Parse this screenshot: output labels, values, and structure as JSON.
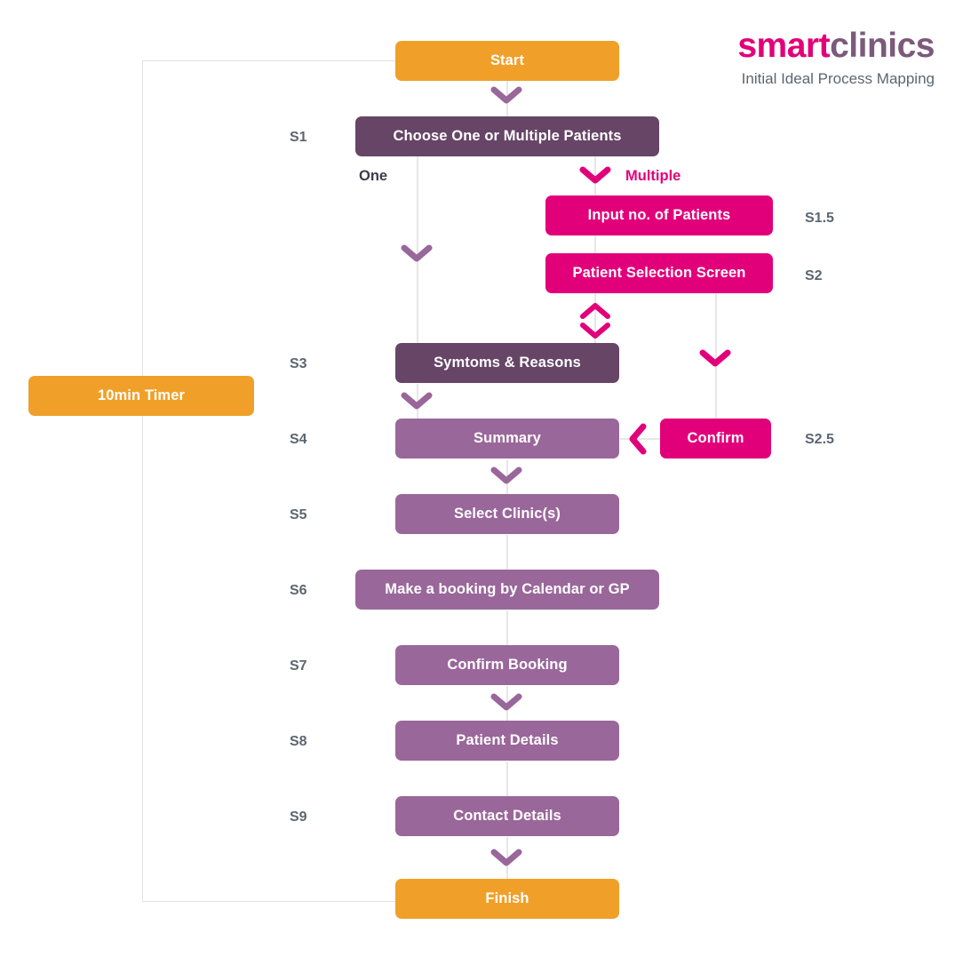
{
  "brand": {
    "word_first": "smart",
    "word_second": "clinics",
    "subtitle": "Initial Ideal Process Mapping",
    "color_pink": "#E2007A",
    "color_purple": "#7B5A7B",
    "color_subtitle": "#5C6670"
  },
  "palette": {
    "orange": "#F0A029",
    "dark_purple": "#674567",
    "mid_purple": "#9A679A",
    "pink": "#E2007A",
    "line_gray": "#E8E6E6",
    "label_gray": "#5C6670"
  },
  "flow": {
    "title": "Initial Ideal Process Mapping",
    "nodes": [
      {
        "id": "start",
        "label": "Start",
        "step": "",
        "color": "orange"
      },
      {
        "id": "s1",
        "label": "Choose One or Multiple Patients",
        "step": "S1",
        "color": "dark_purple"
      },
      {
        "id": "s1_5",
        "label": "Input no. of Patients",
        "step": "S1.5",
        "color": "pink"
      },
      {
        "id": "s2",
        "label": "Patient Selection Screen",
        "step": "S2",
        "color": "pink"
      },
      {
        "id": "s3",
        "label": "Symtoms & Reasons",
        "step": "S3",
        "color": "dark_purple"
      },
      {
        "id": "s4",
        "label": "Summary",
        "step": "S4",
        "color": "mid_purple"
      },
      {
        "id": "s2_5",
        "label": "Confirm",
        "step": "S2.5",
        "color": "pink"
      },
      {
        "id": "s5",
        "label": "Select Clinic(s)",
        "step": "S5",
        "color": "mid_purple"
      },
      {
        "id": "s6",
        "label": "Make a booking by Calendar or GP",
        "step": "S6",
        "color": "mid_purple"
      },
      {
        "id": "s7",
        "label": "Confirm Booking",
        "step": "S7",
        "color": "mid_purple"
      },
      {
        "id": "s8",
        "label": "Patient Details",
        "step": "S8",
        "color": "mid_purple"
      },
      {
        "id": "s9",
        "label": "Contact Details",
        "step": "S9",
        "color": "mid_purple"
      },
      {
        "id": "finish",
        "label": "Finish",
        "step": "",
        "color": "orange"
      },
      {
        "id": "timer",
        "label": "10min Timer",
        "step": "",
        "color": "orange"
      }
    ],
    "branch_labels": [
      {
        "id": "one",
        "label": "One",
        "color": "dark"
      },
      {
        "id": "multiple",
        "label": "Multiple",
        "color": "pink"
      }
    ],
    "step_labels": [
      "S1",
      "S1.5",
      "S2",
      "S3",
      "S4",
      "S2.5",
      "S5",
      "S6",
      "S7",
      "S8",
      "S9"
    ]
  }
}
